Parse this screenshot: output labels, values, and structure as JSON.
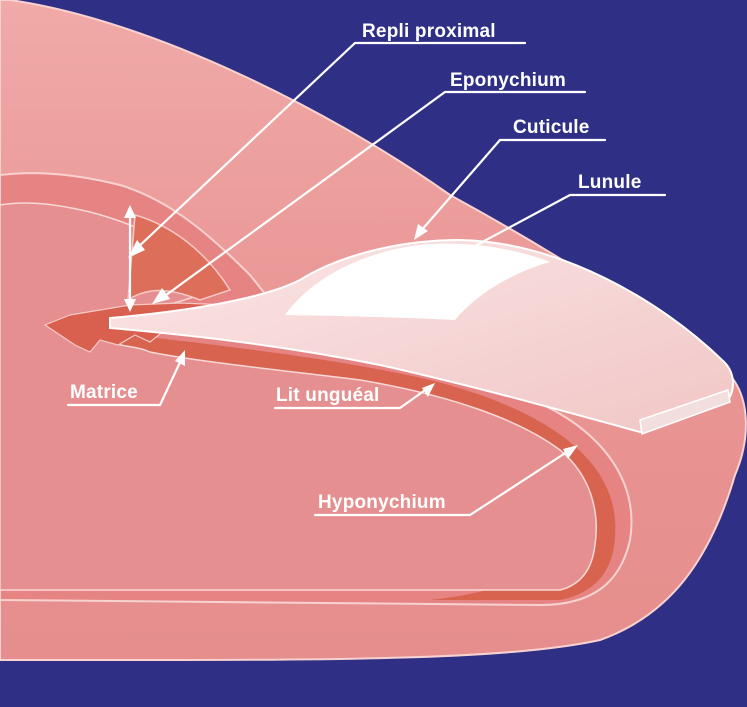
{
  "colors": {
    "background": "#2f2f86",
    "skin": "#e99a98",
    "skin_light": "#f2b8b4",
    "skin_inner": "#e27f80",
    "tissue_dark": "#d9604f",
    "nail_plate": "#f6d7d6",
    "lunula": "#ffffff",
    "label_text": "#ffffff"
  },
  "labels": {
    "repli_proximal": "Repli proximal",
    "eponychium": "Eponychium",
    "cuticule": "Cuticule",
    "lunule": "Lunule",
    "matrice": "Matrice",
    "lit_ungueal": "Lit unguéal",
    "hyponychium": "Hyponychium"
  }
}
